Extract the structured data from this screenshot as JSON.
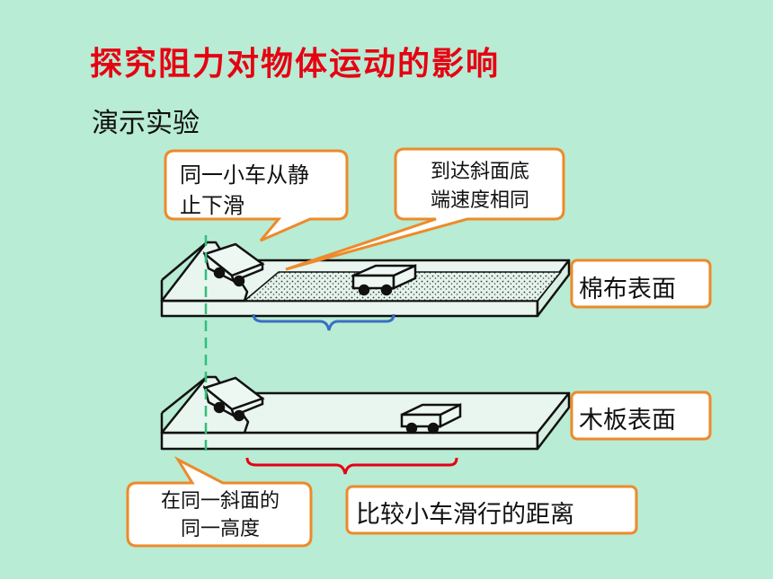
{
  "title": "探究阻力对物体运动的影响",
  "subtitle": "演示实验",
  "callouts": {
    "same_cart": [
      "同一小车从静",
      "止下滑"
    ],
    "same_speed": [
      "到达斜面底",
      "端速度相同"
    ],
    "same_height": [
      "在同一斜面的",
      "同一高度"
    ]
  },
  "labels": {
    "cotton": "棉布表面",
    "wood": "木板表面",
    "compare": "比较小车滑行的距离"
  },
  "colors": {
    "background": "#b8ecd4",
    "title": "#e60012",
    "callout_border": "#ed8a2a",
    "blue_brace": "#3a6fc4",
    "red_brace": "#e60012",
    "dashed_line": "#2fbf7a"
  }
}
